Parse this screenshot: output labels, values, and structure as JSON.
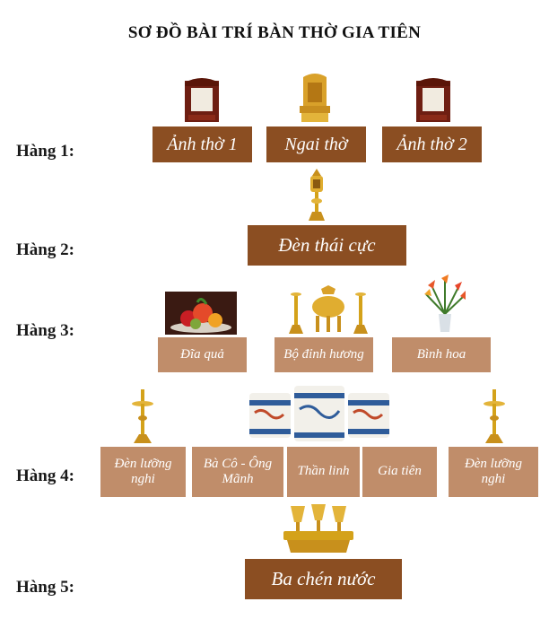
{
  "title": "SƠ ĐỒ BÀI TRÍ BÀN THỜ GIA TIÊN",
  "rows": [
    {
      "label": "Hàng 1:",
      "items": [
        "Ảnh thờ 1",
        "Ngai thờ",
        "Ảnh thờ 2"
      ]
    },
    {
      "label": "Hàng 2:",
      "items": [
        "Đèn thái cực"
      ]
    },
    {
      "label": "Hàng 3:",
      "items": [
        "Đĩa quả",
        "Bộ đỉnh hương",
        "Bình hoa"
      ]
    },
    {
      "label": "Hàng 4:",
      "items": [
        "Đèn lưỡng nghi",
        "Bà Cô - Ông Mãnh",
        "Thần linh",
        "Gia tiên",
        "Đèn lưỡng nghi"
      ]
    },
    {
      "label": "Hàng 5:",
      "items": [
        "Ba chén nước"
      ]
    }
  ],
  "colors": {
    "dark_box": "#8b4e22",
    "light_box": "#c08d6a",
    "gold": "#d4a21a"
  }
}
